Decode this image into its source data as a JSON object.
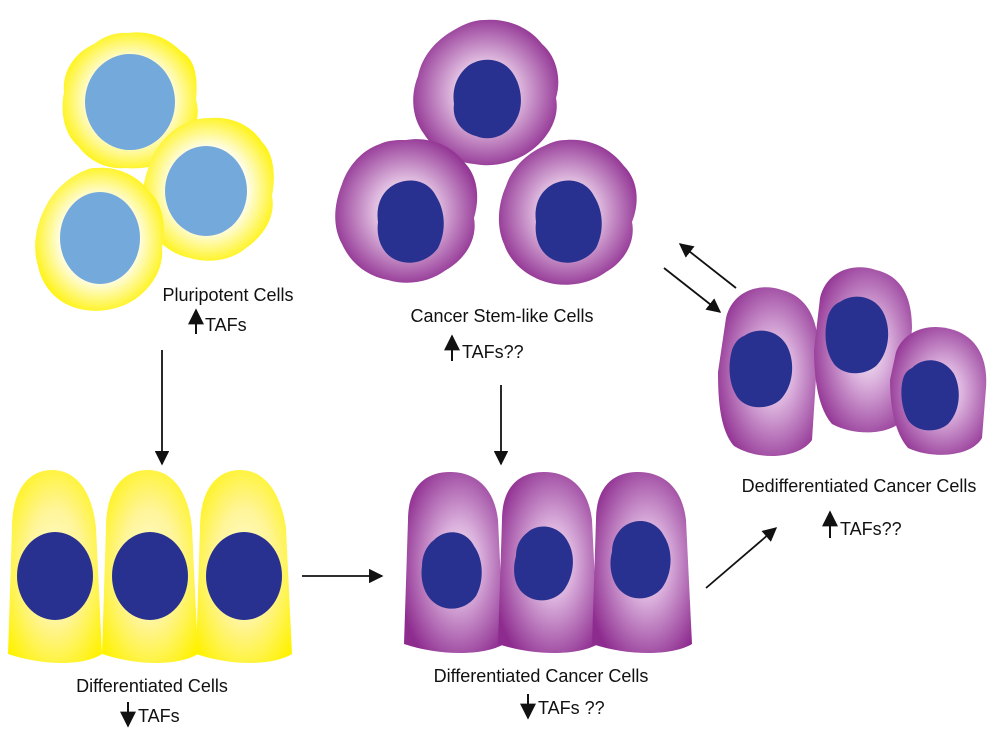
{
  "colors": {
    "pluripotent_nucleus": "#74a9dc",
    "nucleus_dark": "#283190",
    "yellow": "#fff200",
    "yellow_center": "#fffde6",
    "purple": "#8d2b8f",
    "purple_center": "#f6ecf6",
    "arrow": "#111111"
  },
  "groups": {
    "pluripotent": {
      "label": "Pluripotent Cells",
      "taf_direction": "up",
      "taf_text": "TAFs"
    },
    "cancer_stem": {
      "label": "Cancer Stem-like Cells",
      "taf_direction": "up",
      "taf_text": "TAFs??"
    },
    "differentiated": {
      "label": "Differentiated Cells",
      "taf_direction": "down",
      "taf_text": "TAFs"
    },
    "diff_cancer": {
      "label": "Differentiated Cancer Cells",
      "taf_direction": "down",
      "taf_text": "TAFs ??"
    },
    "dediff_cancer": {
      "label": "Dedifferentiated Cancer Cells",
      "taf_direction": "up",
      "taf_text": "TAFs??"
    }
  },
  "arrows": {
    "pluripotent_to_differentiated": "down",
    "stem_to_diff_cancer": "down",
    "differentiated_to_diff_cancer": "right",
    "diff_cancer_to_dediff": "up-right",
    "stem_dediff": "bidirectional"
  }
}
